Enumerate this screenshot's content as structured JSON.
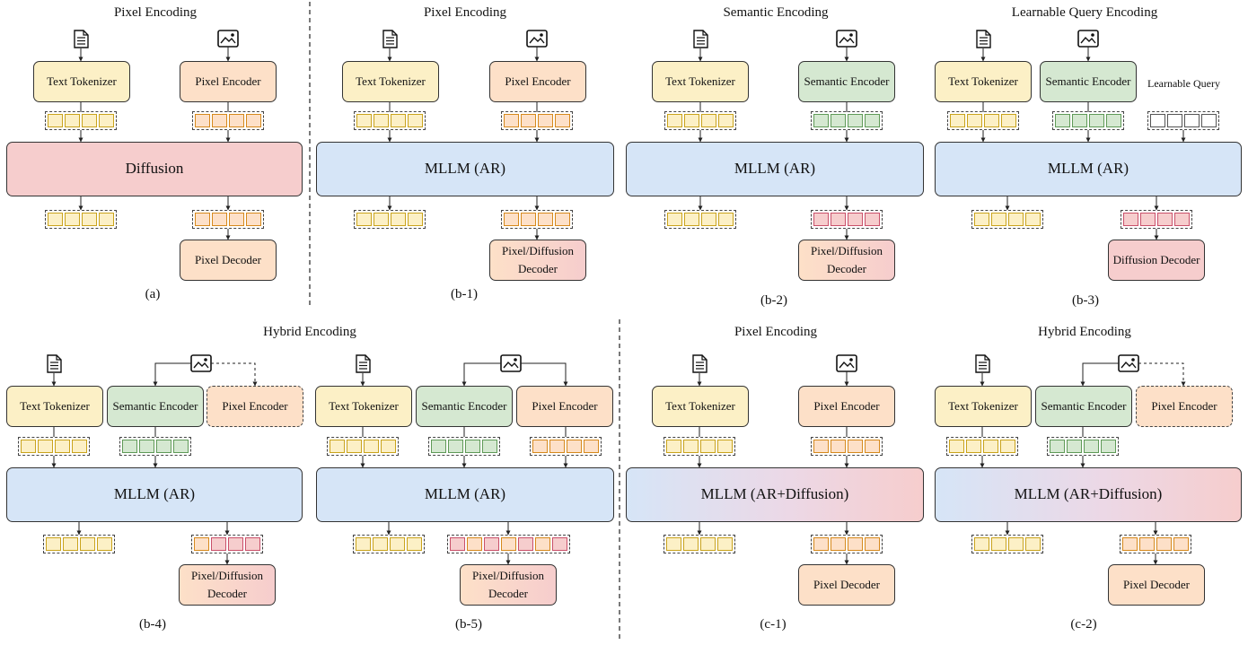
{
  "titles": {
    "a": "Pixel Encoding",
    "b1": "Pixel Encoding",
    "b2": "Semantic Encoding",
    "b3": "Learnable Query Encoding",
    "b45": "Hybrid Encoding",
    "c1": "Pixel Encoding",
    "c2": "Hybrid Encoding"
  },
  "captions": {
    "a": "(a)",
    "b1": "(b-1)",
    "b2": "(b-2)",
    "b3": "(b-3)",
    "b4": "(b-4)",
    "b5": "(b-5)",
    "c1": "(c-1)",
    "c2": "(c-2)"
  },
  "labels": {
    "text_tokenizer": "Text Tokenizer",
    "pixel_encoder": "Pixel Encoder",
    "semantic_encoder": "Semantic Encoder",
    "pixel_decoder": "Pixel Decoder",
    "pixel_diffusion_decoder_line1": "Pixel/Diffusion",
    "pixel_diffusion_decoder_line2": "Decoder",
    "diffusion_decoder": "Diffusion Decoder",
    "learnable_query": "Learnable Query",
    "diffusion": "Diffusion",
    "mllm_ar": "MLLM (AR)",
    "mllm_ar_diffusion": "MLLM (AR+Diffusion)"
  },
  "colors": {
    "tokenizer_fill": "#fcf0c6",
    "pixel_fill": "#fde0c8",
    "semantic_fill": "#d5e8d1",
    "diffusion_fill": "#f6cdcd",
    "mllm_fill": "#d6e5f7"
  },
  "icons": {
    "text": "document-icon",
    "image": "image-icon"
  }
}
